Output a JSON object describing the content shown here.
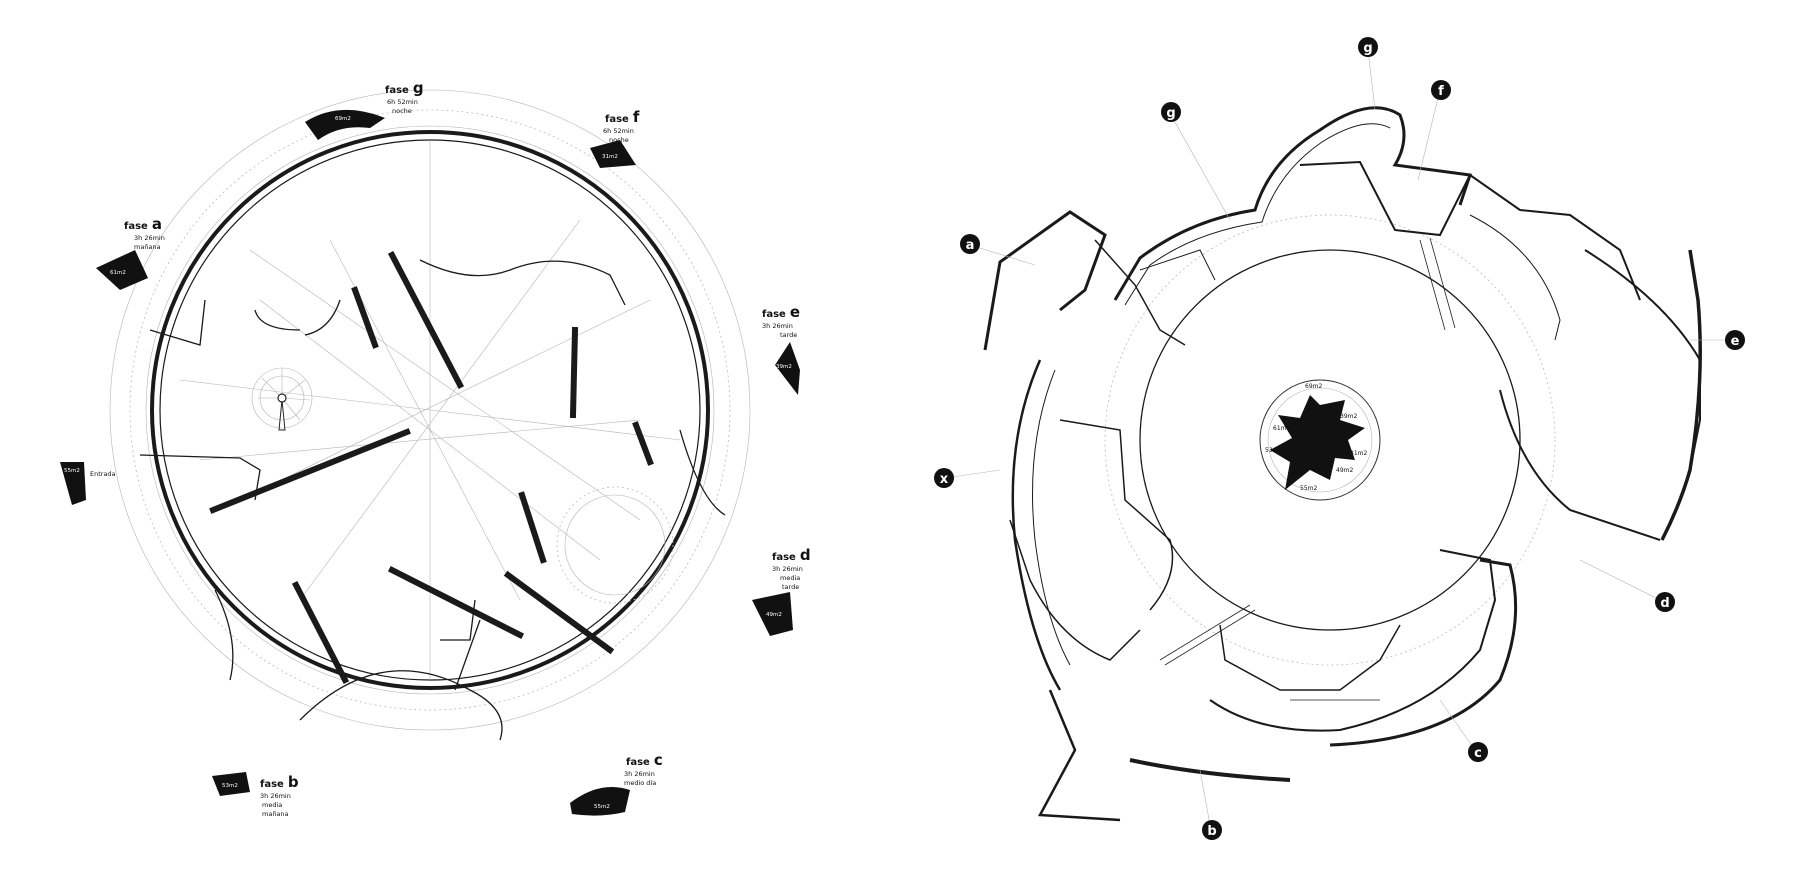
{
  "left_plan": {
    "entrance_label": "Entrada",
    "phases": [
      {
        "id": "a",
        "word": "fase",
        "letter": "a",
        "duration": "3h 26min",
        "period": [
          "mañana"
        ],
        "area": "61m2"
      },
      {
        "id": "b",
        "word": "fase",
        "letter": "b",
        "duration": "3h 26min",
        "period": [
          "media",
          "mañana"
        ],
        "area": "53m2"
      },
      {
        "id": "c",
        "word": "fase",
        "letter": "c",
        "duration": "3h 26min",
        "period": [
          "medio día"
        ],
        "area": "55m2"
      },
      {
        "id": "d",
        "word": "fase",
        "letter": "d",
        "duration": "3h 26min",
        "period": [
          "media",
          "tarde"
        ],
        "area": "49m2"
      },
      {
        "id": "e",
        "word": "fase",
        "letter": "e",
        "duration": "3h 26min",
        "period": [
          "tarde"
        ],
        "area": "39m2"
      },
      {
        "id": "f",
        "word": "fase",
        "letter": "f",
        "duration": "6h 52min",
        "period": [
          "noche"
        ],
        "area": "31m2"
      },
      {
        "id": "g",
        "word": "fase",
        "letter": "g",
        "duration": "6h 52min",
        "period": [
          "noche"
        ],
        "area": "69m2"
      }
    ],
    "entrance_area": "55m2"
  },
  "right_plan": {
    "markers": [
      "g",
      "g",
      "f",
      "a",
      "e",
      "x",
      "d",
      "c",
      "b"
    ],
    "center_areas": [
      "69m2",
      "61m2",
      "39m2",
      "53m2",
      "55m2",
      "31m2",
      "49m2"
    ]
  },
  "colors": {
    "ink": "#111111",
    "grey_line": "#b5b5b5",
    "background": "#ffffff"
  }
}
